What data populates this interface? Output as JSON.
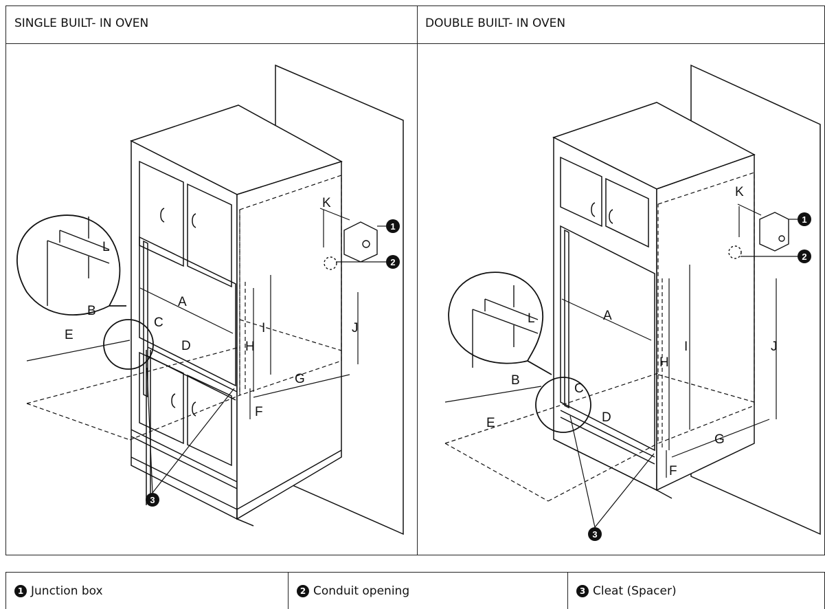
{
  "headers": {
    "single": "SINGLE BUILT- IN OVEN",
    "double": "DOUBLE BUILT- IN OVEN"
  },
  "labels": {
    "A": "A",
    "B": "B",
    "C": "C",
    "D": "D",
    "E": "E",
    "F": "F",
    "G": "G",
    "H": "H",
    "I": "I",
    "J": "J",
    "K": "K",
    "L": "L"
  },
  "markers": {
    "m1": "1",
    "m2": "2",
    "m3": "3"
  },
  "legend": [
    {
      "num": "1",
      "text": "Junction box"
    },
    {
      "num": "2",
      "text": "Conduit opening"
    },
    {
      "num": "3",
      "text": "Cleat (Spacer)"
    }
  ]
}
